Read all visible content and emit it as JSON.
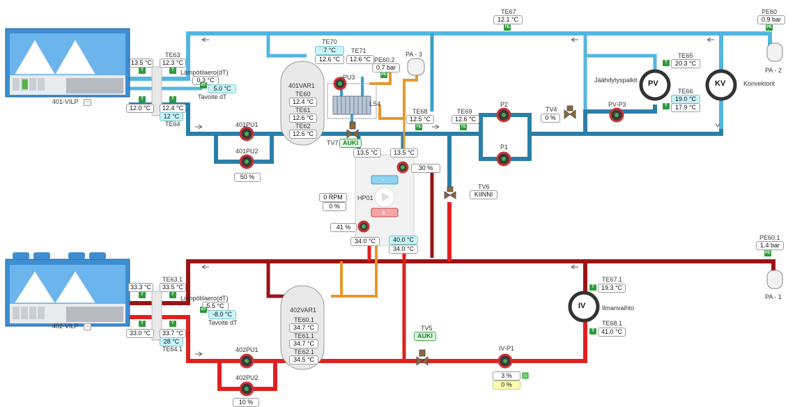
{
  "units": {
    "top": "401-VILP",
    "bottom": "402-VILP"
  },
  "top_loop": {
    "te63_label": "TE63",
    "te63_a": "13.5 °C",
    "te63_b": "12.3 °C",
    "te64_label": "TE64",
    "te64_a": "12.0 °C",
    "te64_b": "12.4 °C",
    "dt_label": "Lämpötilaero(dT)",
    "dt_value": "0.3 °C",
    "dt_target": "5.0 °C",
    "dt_target_label": "Tavoite dT",
    "dt_set": "12 °C",
    "pump1": "401PU1",
    "pump2": "401PU2",
    "pump2_pct": "50 %",
    "tank": {
      "name": "401VAR1",
      "te60_label": "TE60",
      "te60": "12.4 °C",
      "te61_label": "TE61",
      "te61": "12.6 °C",
      "te62_label": "TE62",
      "te62": "12.6 °C"
    },
    "te70_label": "TE70",
    "te70_a": "7 °C",
    "te70_b": "12.6 °C",
    "te71_label": "TE71",
    "te71": "12.6 °C",
    "pu3": "PU3",
    "ls4": "LS4",
    "pe602_label": "PE60.2",
    "pe602": "0.7 bar",
    "pa3": "PA - 3",
    "tv7": "TV7",
    "tv7_state": "AUKI",
    "te68_label": "TE68",
    "te68": "12.5 °C",
    "te69_label": "TE69",
    "te69": "12.6 °C",
    "p2": "P2",
    "p1": "P1",
    "tv4": "TV4",
    "tv4_pct": "0 %",
    "pvp3": "PV-P3",
    "te67_label": "TE67",
    "te67": "12.1 °C",
    "te65_label": "TE65",
    "te65": "20.3 °C",
    "te66_label": "TE66",
    "te66_a": "19.0 °C",
    "te66_b": "17.9 °C",
    "pv": "PV",
    "pv_label": "Jäähdytyspalkit",
    "kv": "KV",
    "kv_label": "Konvektorit",
    "pe60_label": "PE60",
    "pe60": "0.9 bar",
    "pa2": "PA - 2"
  },
  "heat_pump": {
    "name": "HP01",
    "rpm": "0 RPM",
    "pct": "0 %",
    "cold_in": "13.5 °C",
    "cold_out": "13.5 °C",
    "valve_pct": "30 %",
    "hot_valve_pct": "41 %",
    "hot_a": "34.0 °C",
    "hot_set": "40.0 °C",
    "hot_b": "34.0 °C",
    "minus": "-",
    "plus": "+"
  },
  "tv6": "TV6",
  "tv6_state": "KIINNI",
  "bottom_loop": {
    "te631_label": "TE63.1",
    "te631_a": "33.3 °C",
    "te631_b": "33.5 °C",
    "te641_label": "TE64.1",
    "te641_a": "33.0 °C",
    "te641_b": "33.7 °C",
    "dt_label": "Lämpötilaero(dT)",
    "dt_value": "5.5 °C",
    "dt_target": "-8.0 °C",
    "dt_target_label": "Tavoite dT",
    "dt_set": "28 °C",
    "pump1": "402PU1",
    "pump2": "402PU2",
    "pump2_pct": "10 %",
    "tank": {
      "name": "402VAR1",
      "te601_label": "TE60.1",
      "te601": "34.7 °C",
      "te611_label": "TE61.1",
      "te611": "34.7 °C",
      "te621_label": "TE62.1",
      "te621": "34.5 °C"
    },
    "tv5": "TV5",
    "tv5_state": "AUKI",
    "ivp1": "IV-P1",
    "ivp1_pct": "3 %",
    "ivp1_out": "0 %",
    "iv": "IV",
    "iv_label": "Ilmanvaihto",
    "te671_label": "TE67.1",
    "te671": "19.3 °C",
    "te681_label": "TE68.1",
    "te681": "41.0 °C",
    "pe601_label": "PE60.1",
    "pe601": "1.4 bar",
    "pa1": "PA - 1"
  },
  "tags": {
    "t": "T",
    "te": "TE",
    "pe": "PE",
    "dt": "dT"
  },
  "colors": {
    "cold": "#4fb3e0",
    "cold_dark": "#2b7fa6",
    "hot": "#e02020",
    "hot_dark": "#9b1414",
    "warm": "#e8962a",
    "tag_green": "#2e9a3c"
  }
}
